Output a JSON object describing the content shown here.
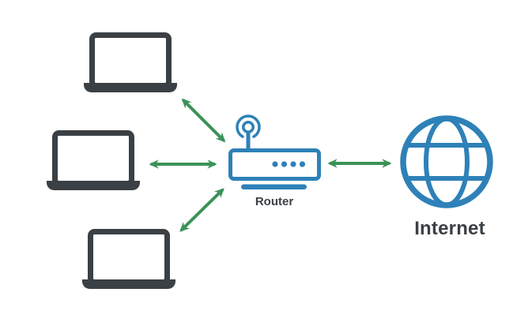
{
  "diagram": {
    "type": "network-topology",
    "background": "#ffffff",
    "colors": {
      "device_stroke": "#3B4044",
      "blue_accent": "#2E81B8",
      "connection_green": "#3C9258",
      "label_text": "#3B4044"
    },
    "nodes": [
      {
        "id": "laptop-top",
        "kind": "laptop-icon"
      },
      {
        "id": "laptop-middle",
        "kind": "laptop-icon"
      },
      {
        "id": "laptop-bottom",
        "kind": "laptop-icon"
      },
      {
        "id": "router",
        "kind": "wireless-router-icon",
        "label": "Router"
      },
      {
        "id": "internet",
        "kind": "globe-icon",
        "label": "Internet"
      }
    ],
    "connections": [
      {
        "from": "laptop-top",
        "to": "router",
        "bidirectional": true
      },
      {
        "from": "laptop-middle",
        "to": "router",
        "bidirectional": true
      },
      {
        "from": "laptop-bottom",
        "to": "router",
        "bidirectional": true
      },
      {
        "from": "router",
        "to": "internet",
        "bidirectional": true
      }
    ]
  }
}
